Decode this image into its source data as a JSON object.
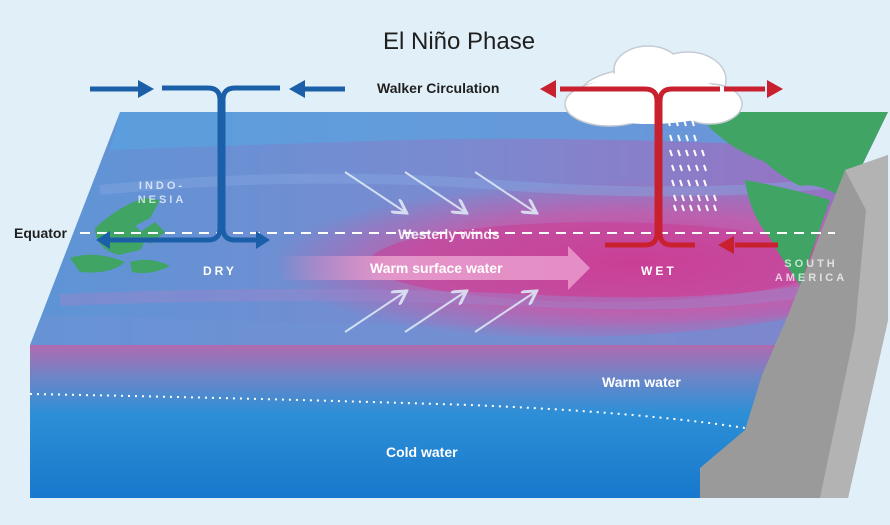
{
  "title": "El Niño Phase",
  "labels": {
    "walker": "Walker Circulation",
    "equator": "Equator",
    "westerly": "Westerly winds",
    "warm_surface": "Warm surface water",
    "dry": "DRY",
    "wet": "WET",
    "warm_water": "Warm water",
    "cold_water": "Cold water",
    "indonesia_1": "INDO-",
    "indonesia_2": "NESIA",
    "south_america_1": "SOUTH",
    "south_america_2": "AMERICA"
  },
  "colors": {
    "background": "#e1f0f8",
    "walker_west": "#1a5fa8",
    "walker_east": "#c8202f",
    "warm_pool": "#c94a9c",
    "ocean_blue": "#3e8fd4",
    "land": "#3fa464",
    "cliff": "#9a9a9a",
    "cold_water": "#1e82d2"
  },
  "icons": [
    "cloud-icon",
    "rain-icon"
  ]
}
